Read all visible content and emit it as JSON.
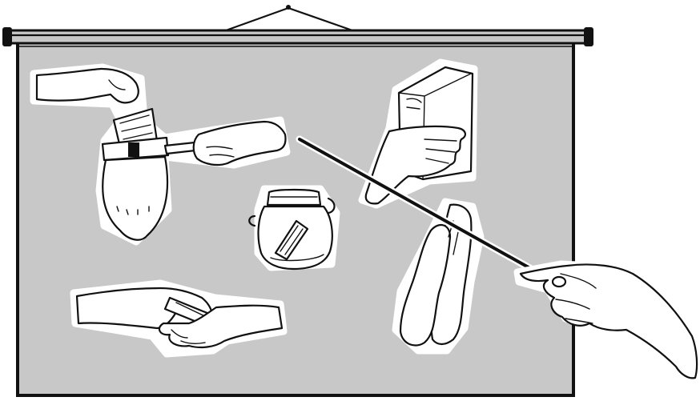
{
  "scene": {
    "colors": {
      "background": "#ffffff",
      "poster": "#c8c8c8",
      "ink": "#111111",
      "highlight": "#ffffff"
    },
    "icons": [
      "wall-poster",
      "hanging-string",
      "top-rod",
      "hands-with-sieve-icon",
      "hand-holding-book-icon",
      "jar-with-phone-icon",
      "handshake-icon",
      "praying-hands-icon",
      "hand-with-pointer-icon"
    ]
  }
}
